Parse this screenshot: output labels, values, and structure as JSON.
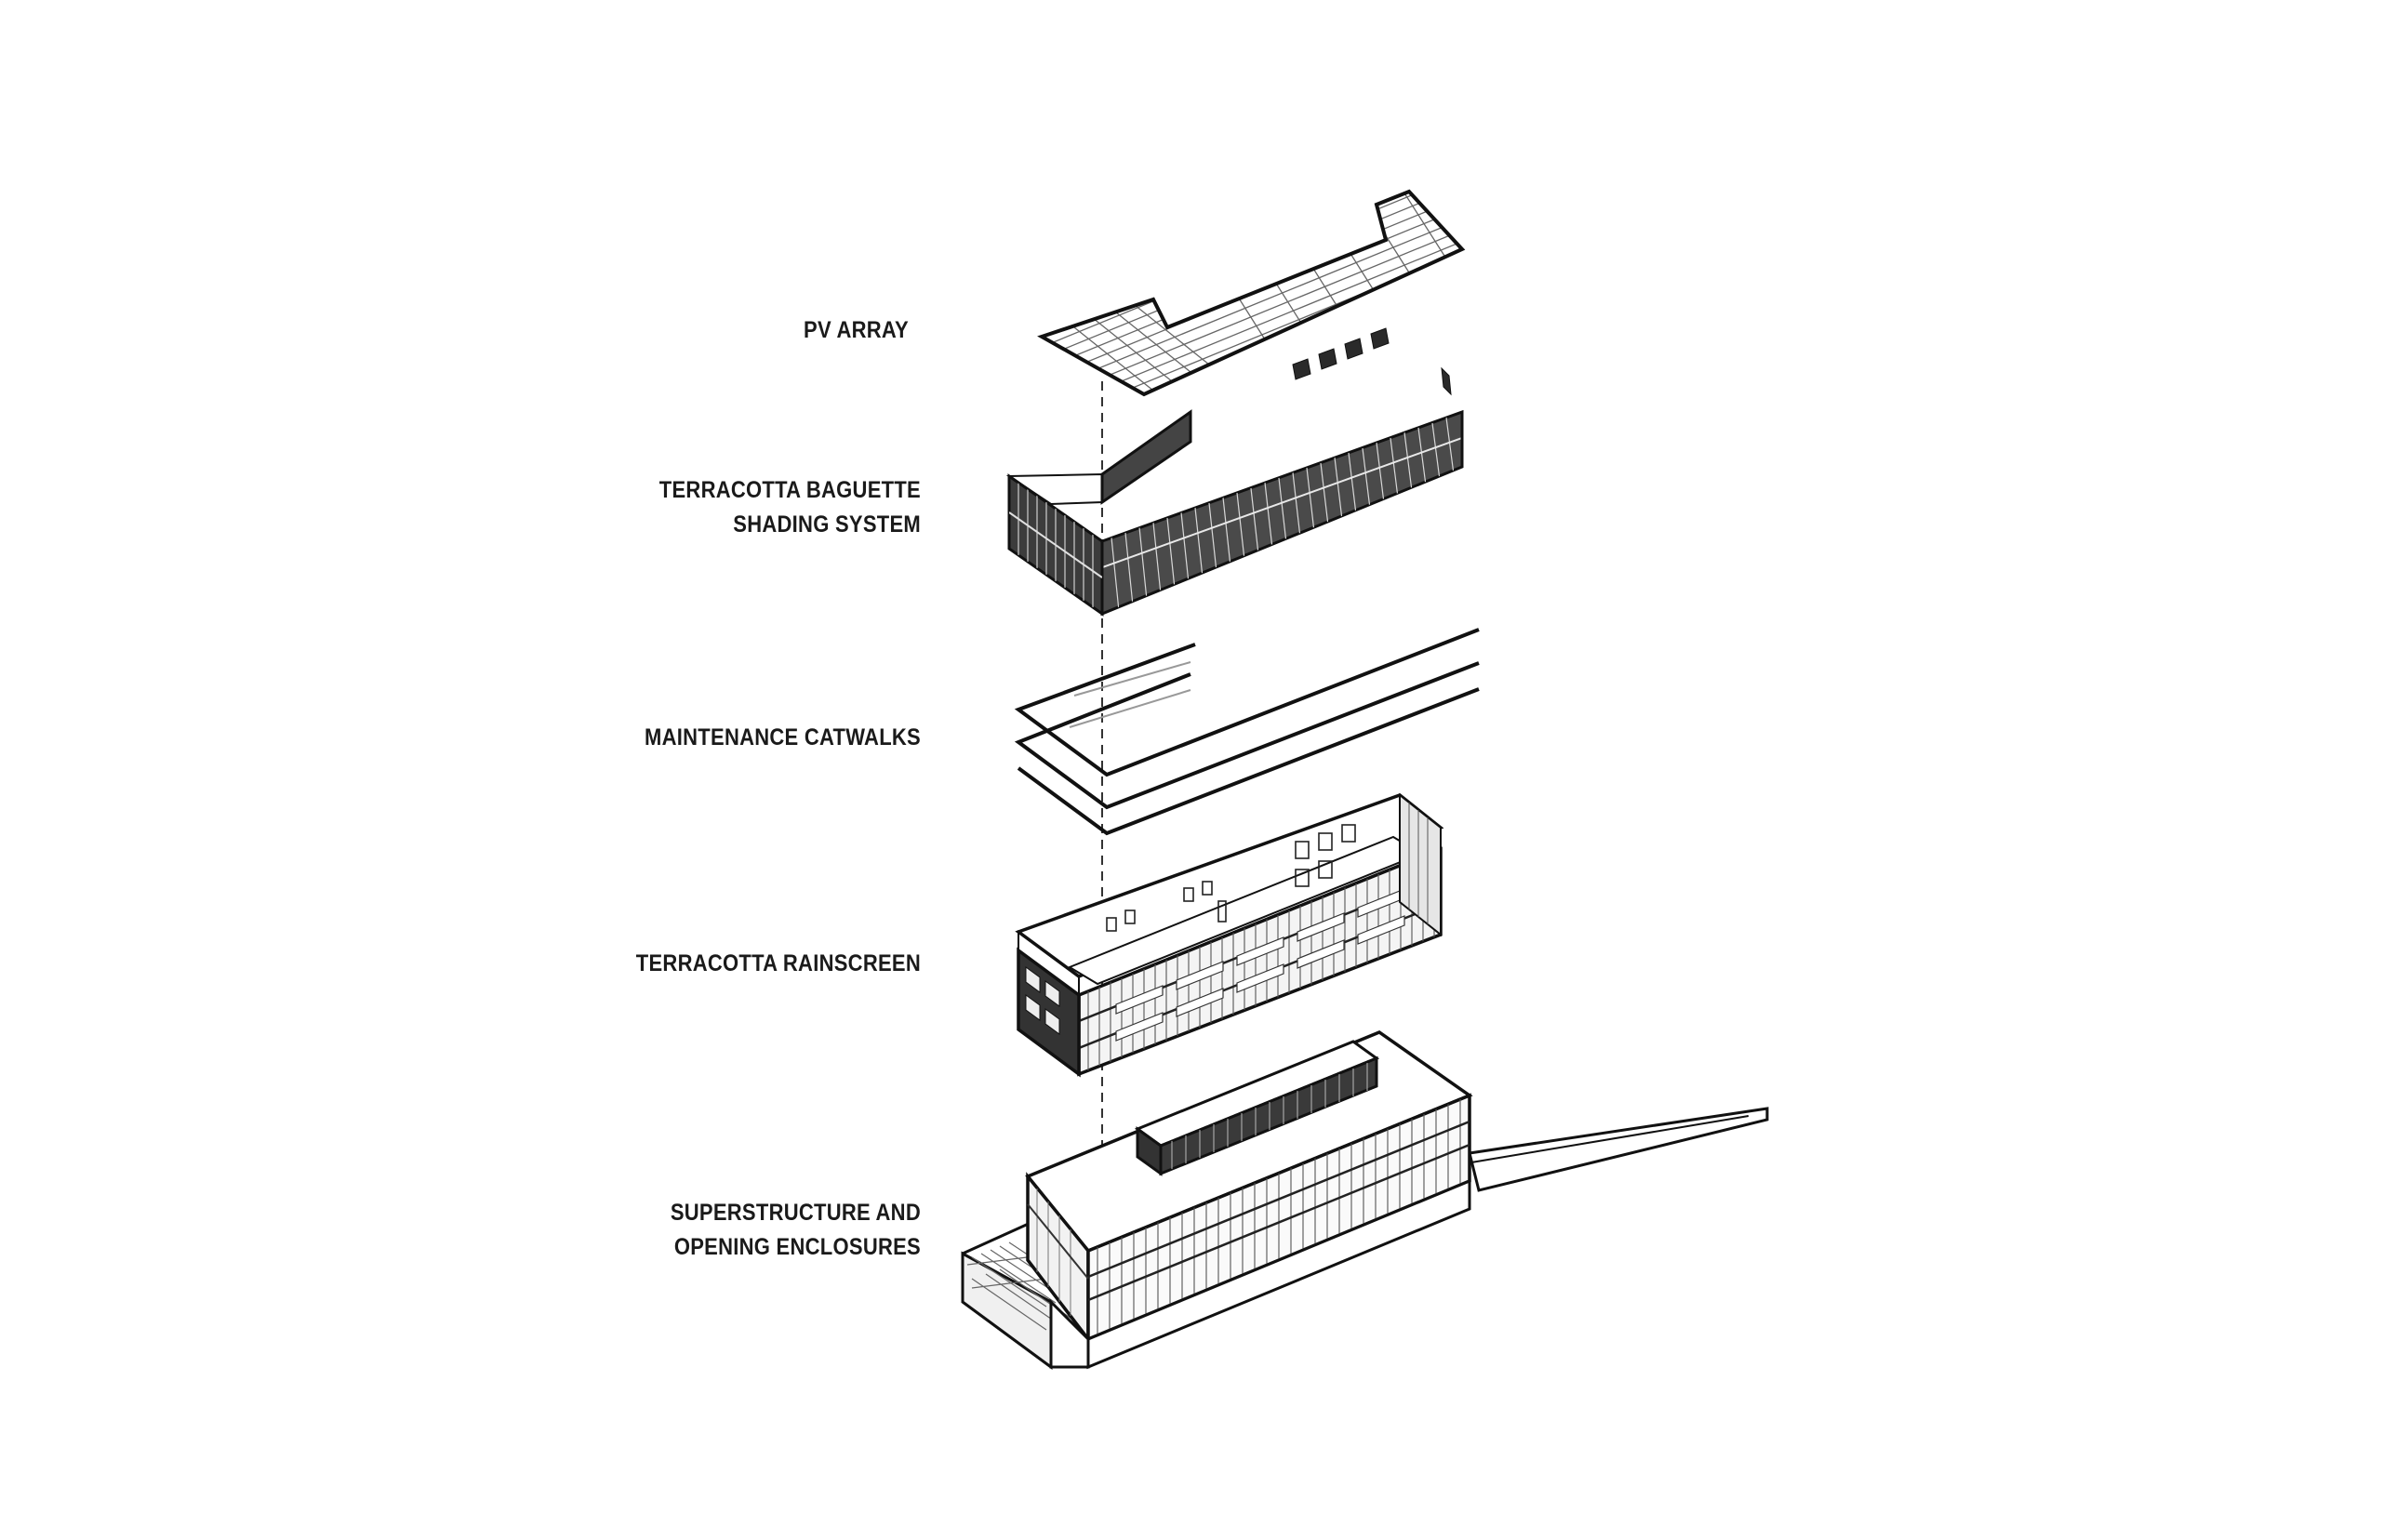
{
  "diagram": {
    "layers": [
      {
        "id": "pv",
        "lines": [
          "PV ARRAY"
        ]
      },
      {
        "id": "baguette",
        "lines": [
          "TERRACOTTA BAGUETTE",
          "SHADING SYSTEM"
        ]
      },
      {
        "id": "catwalk",
        "lines": [
          "MAINTENANCE CATWALKS"
        ]
      },
      {
        "id": "rainscreen",
        "lines": [
          "TERRACOTTA RAINSCREEN"
        ]
      },
      {
        "id": "super",
        "lines": [
          "SUPERSTRUCTURE AND",
          "OPENING ENCLOSURES"
        ]
      }
    ]
  }
}
